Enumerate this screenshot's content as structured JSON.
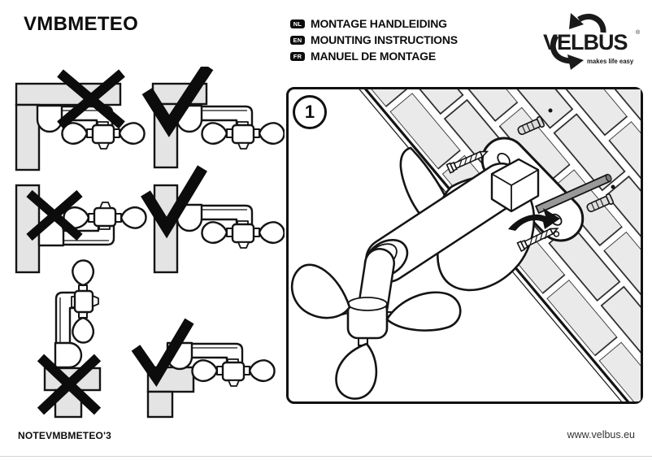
{
  "header": {
    "title": "VMBMETEO",
    "languages": [
      {
        "code": "NL",
        "label": "MONTAGE HANDLEIDING"
      },
      {
        "code": "EN",
        "label": "MOUNTING INSTRUCTIONS"
      },
      {
        "code": "FR",
        "label": "MANUEL DE MONTAGE"
      }
    ],
    "logo": {
      "brand": "VELBUS",
      "mark": "®",
      "tagline": "makes life easy"
    }
  },
  "instructions": {
    "step_number": "1",
    "step_description": "mount wall plate with plugs and screws on brick wall, weather station arm horizontal with anemometer below",
    "diagrams": [
      {
        "position": "top-left",
        "status": "incorrect",
        "icon": "cross",
        "scene": "device mounted under an overhang"
      },
      {
        "position": "top-right",
        "status": "correct",
        "icon": "check",
        "scene": "device clear of the wall top edge"
      },
      {
        "position": "middle-left",
        "status": "incorrect",
        "icon": "cross",
        "scene": "device mounted upside down on wall"
      },
      {
        "position": "middle-right",
        "status": "correct",
        "icon": "check",
        "scene": "device horizontal on wall, sensor below"
      },
      {
        "position": "bottom-left",
        "status": "incorrect",
        "icon": "cross",
        "scene": "device mounted vertically on post"
      },
      {
        "position": "bottom-right",
        "status": "correct",
        "icon": "check",
        "scene": "device horizontal on top of post"
      }
    ]
  },
  "footer": {
    "doc_code": "NOTEVMBMETEO'3",
    "website": "www.velbus.eu"
  },
  "colors": {
    "line": "#141414",
    "structure_gray": "#e4e4e4",
    "brick_gray": "#eaeaea",
    "badge_bg": "#0d0d0d"
  }
}
